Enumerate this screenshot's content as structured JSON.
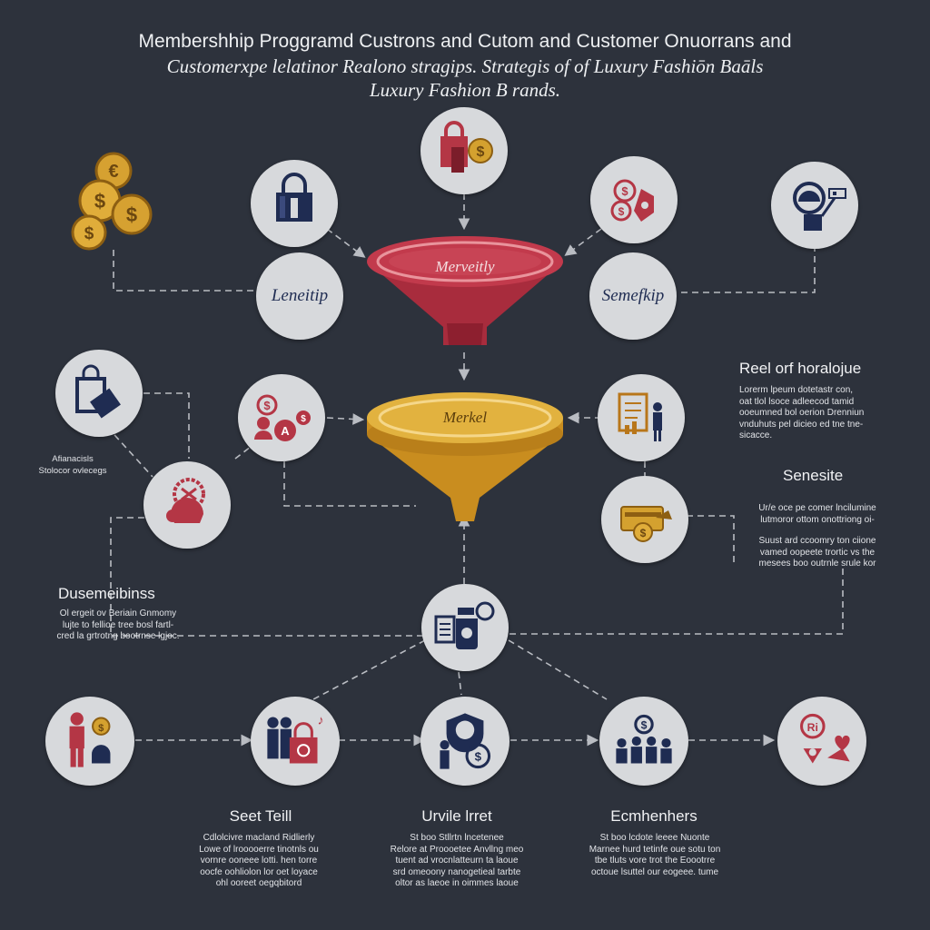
{
  "title": {
    "line1": "Membershhip Proggramd Custrons and Cutom and Customer Onuorrans and",
    "line2": "Customerxpe lelatinor Realono stragips. Strategis  of of Luxury Fashiōn  Baāls",
    "line3": "Luxury Fashion B rands."
  },
  "funnels": {
    "top_label": "Merveitly",
    "bottom_label": "Merkel"
  },
  "nodes": {
    "left_label": "Leneitip",
    "right_label": "Semefkip"
  },
  "icons": {
    "coins": "coin-stack-icon",
    "shopping_bag": "shopping-bag-icon",
    "purchase": "purchase-bag-coin-icon",
    "rewards": "reward-badge-icon",
    "advisor": "advisor-screen-icon",
    "gift_bag": "gift-bag-icon",
    "currency": "currency-person-icon",
    "badge_tools": "badge-tools-icon",
    "document": "document-person-icon",
    "card": "loyalty-card-icon",
    "data_hub": "data-hub-icon",
    "person_coin": "person-coin-icon",
    "crowd_bag": "couple-bag-icon",
    "shield": "shield-coin-icon",
    "team": "team-coin-icon",
    "engagement": "engagement-heart-icon"
  },
  "colors": {
    "background": "#2d323c",
    "node": "#d7d9dc",
    "red": "#b43645",
    "gold": "#d4a12f",
    "navy": "#1f2c52"
  },
  "sections": {
    "left_small": {
      "line1": "Afianacisls",
      "line2": "Stolocor ovlecegs"
    },
    "right_top": {
      "heading": "Reel orf horalojue",
      "lines": [
        "Lorerm lpeum dotetastr con,",
        "oat tlol lsoce adleecod tamid",
        "ooeumned bol oerion Drenniun",
        "vnduhuts pel dicieo ed tne tne-",
        "sicacce."
      ]
    },
    "right_mid": {
      "heading": "Senesite",
      "lines": [
        "Ur/e oce pe comer lncilumine",
        "lutmoror ottom onottriong oi-"
      ],
      "lines2": [
        "Suust ard ccoomry ton ciione",
        "vamed oopeete trortic vs the",
        "mesees boo outrnle srule kor"
      ]
    },
    "left_mid": {
      "heading": "Dusemeibinss",
      "lines": [
        "Ol ergeit ov Beriain Gnmomy",
        "lujte to fellioe tree bosl fartl-",
        "cred la grtrotng bootrnse lgjoc."
      ]
    },
    "bottom": [
      {
        "heading": "Seet Teill",
        "lines": [
          "Cdlolcivre macland Ridlierly",
          "Lowe of lrooooerre tinotnls ou",
          "vornre ooneee lotti. hen torre",
          "oocfe oohliolon lor oet loyace",
          "ohl ooreet oegqbitord"
        ]
      },
      {
        "heading": "Urvile lrret",
        "lines": [
          "St boo Stllrtn lncetenee",
          "Relore at Proooetee Anvllng meo",
          "tuent ad vrocnlatteurn ta laoue",
          "srd omeoony nanogetieal tarbte",
          "oltor as laeoe in oimmes laoue"
        ]
      },
      {
        "heading": "Ecmhenhers",
        "lines": [
          "St boo lcdote leeee Nuonte",
          "Marnee hurd tetinfe oue sotu ton",
          "tbe tluts vore trot the Eoootrre",
          "octoue lsuttel our eogeee. tume"
        ]
      }
    ]
  }
}
